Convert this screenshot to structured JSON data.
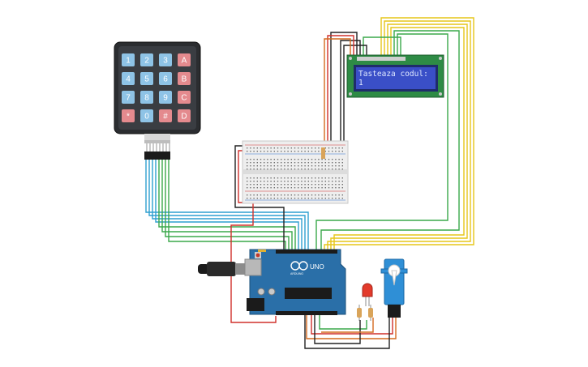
{
  "keypad": {
    "rows": [
      [
        "1",
        "2",
        "3",
        "A"
      ],
      [
        "4",
        "5",
        "6",
        "B"
      ],
      [
        "7",
        "8",
        "9",
        "C"
      ],
      [
        "*",
        "0",
        "#",
        "D"
      ]
    ],
    "number_key_color": "#8ec3e6",
    "letter_key_color": "#e48a8e"
  },
  "lcd": {
    "line1": "Tasteaza codul:",
    "line2": "1",
    "screen_color": "#3a4fc7",
    "board_color": "#2e8b45"
  },
  "arduino": {
    "label": "UNO",
    "brand": "ARDUINO",
    "board_color": "#2a6fa8"
  },
  "wire_colors": {
    "yellow": "#e6c619",
    "green": "#3aa84a",
    "blue": "#2f9fd0",
    "red": "#d0302c",
    "black": "#222222",
    "orange": "#d46a1f"
  },
  "icons": {
    "led": "red-led-icon",
    "servo": "servo-motor-icon",
    "usb": "usb-cable-icon"
  }
}
